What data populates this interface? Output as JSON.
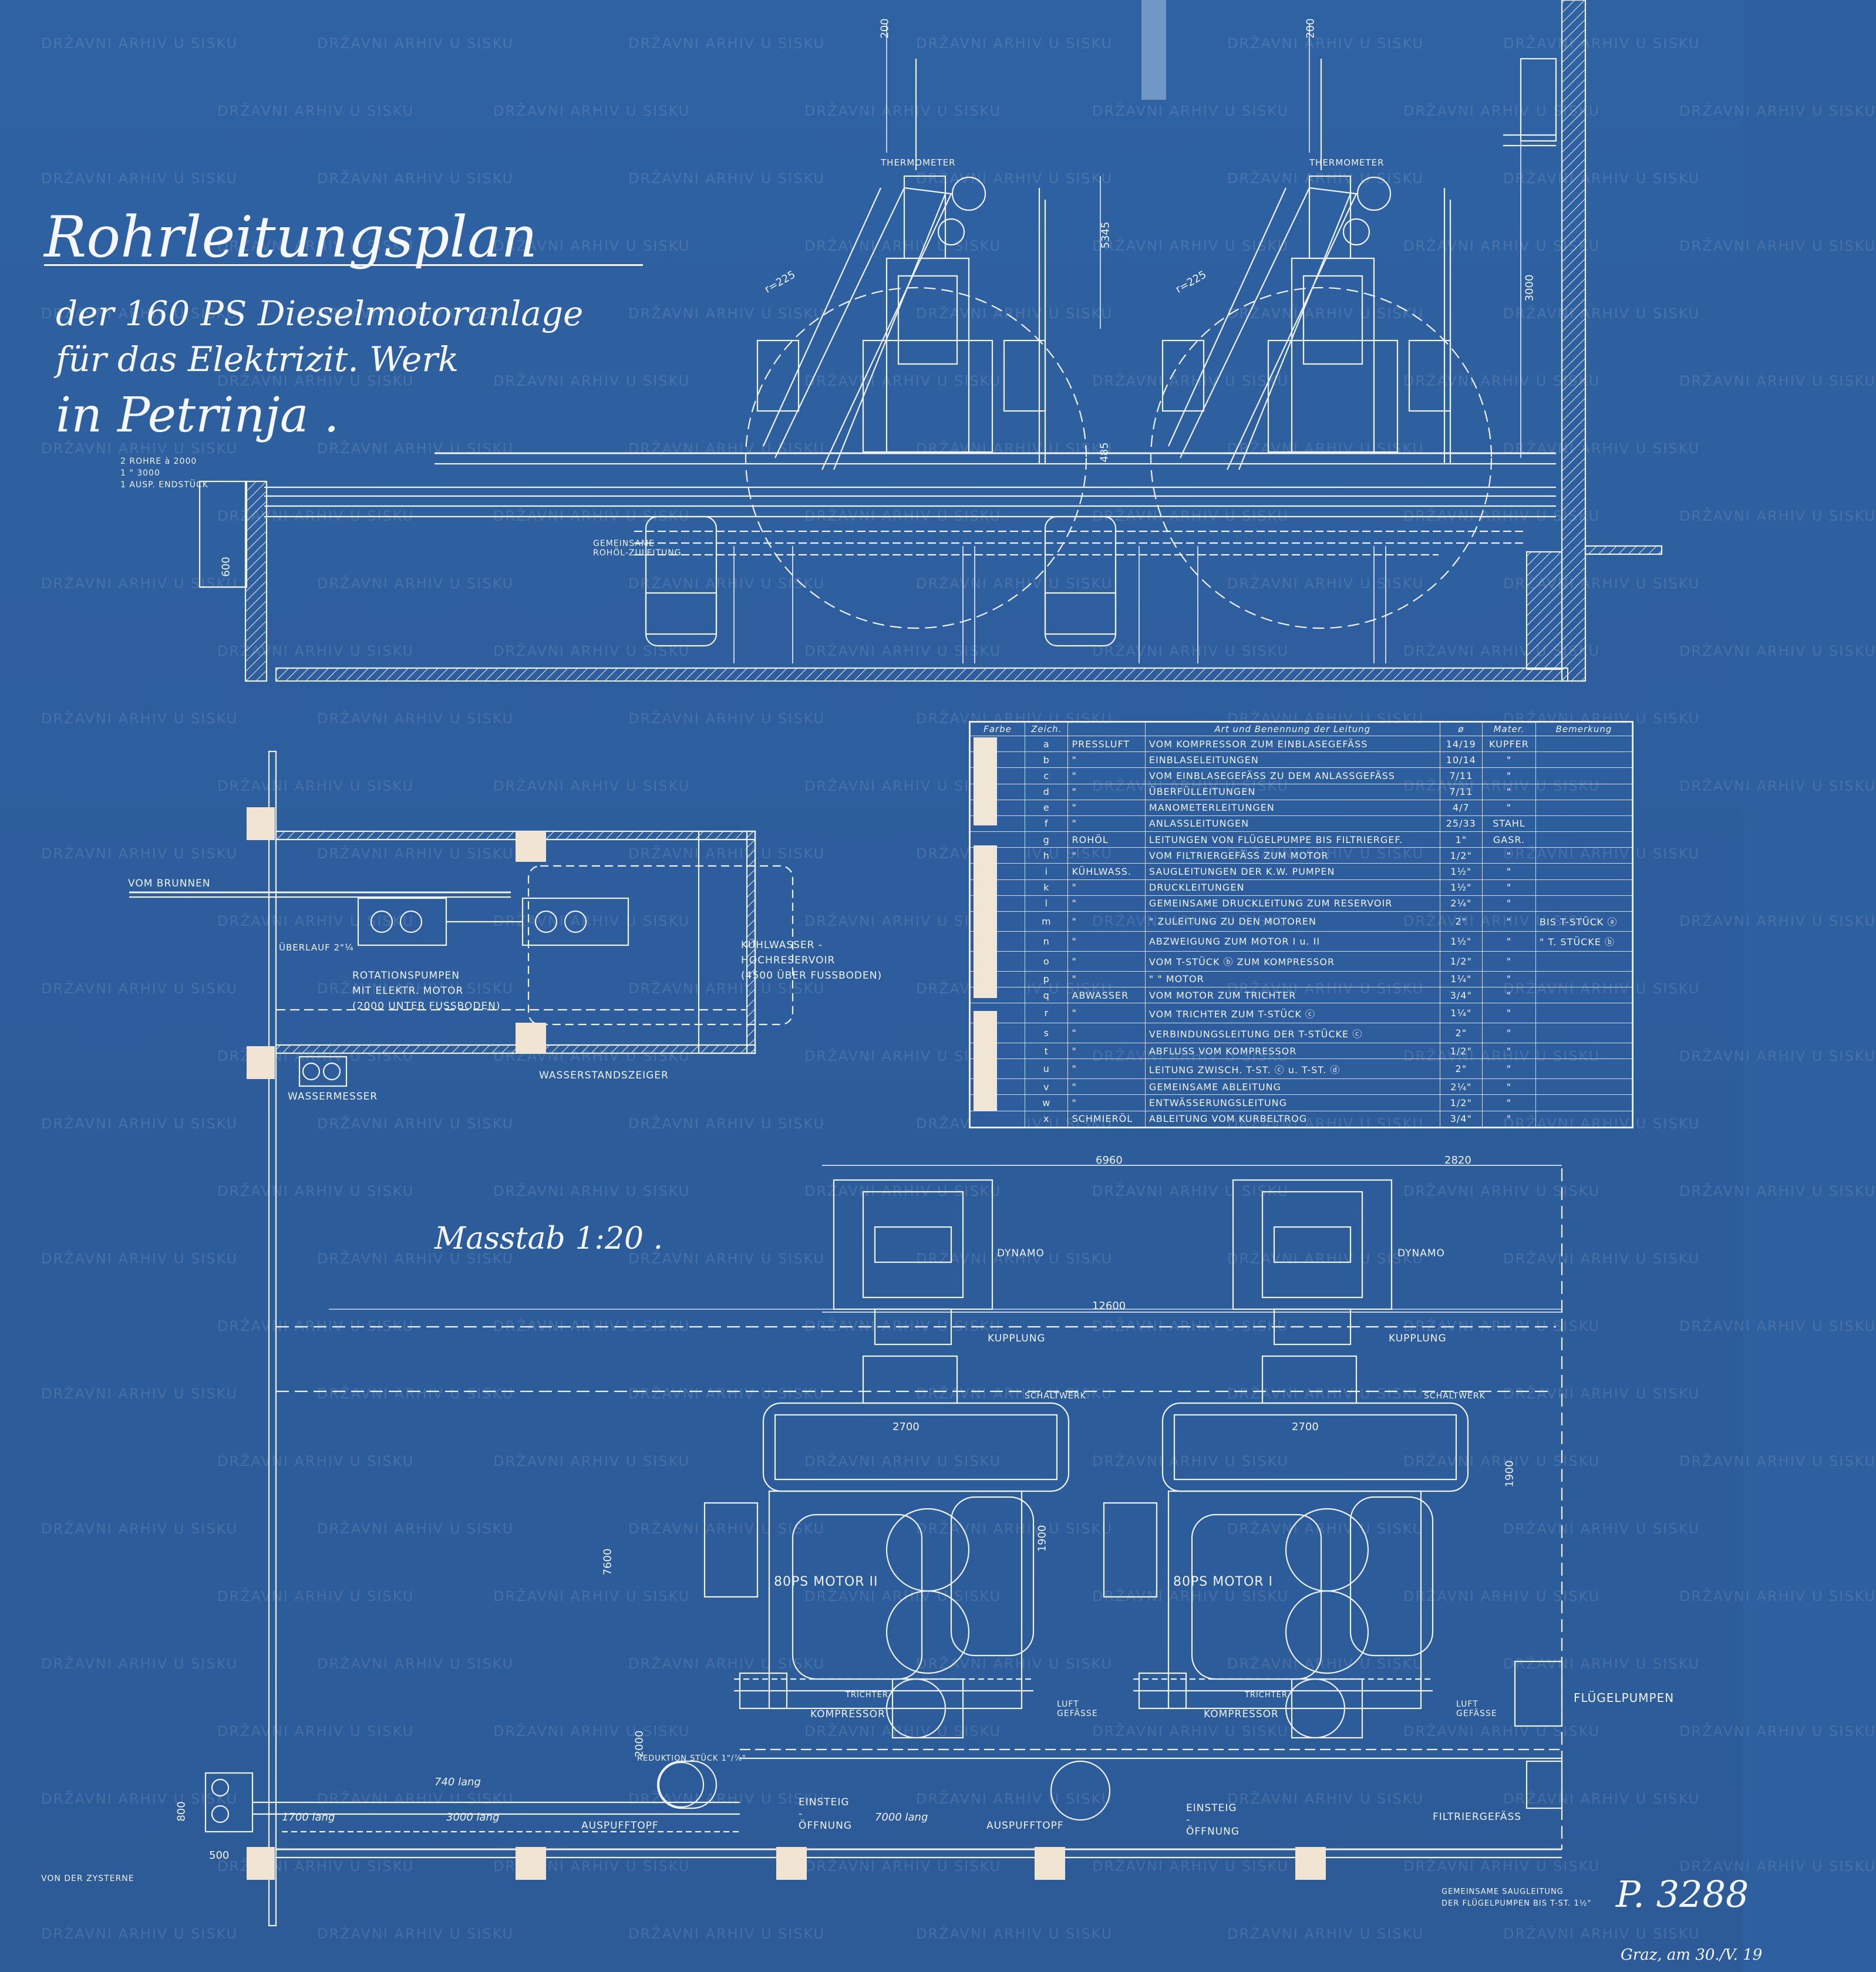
{
  "watermark": "DRŽAVNI ARHIV U SISKU",
  "title": {
    "line1": "Rohrleitungsplan",
    "line2": "der 160 PS Dieselmotoranlage",
    "line3": "für das Elektrizit. Werk",
    "line4": "in Petrinja ."
  },
  "scale": "Masstab 1:20 .",
  "signature": "P. 3288",
  "date_note": "Graz, am 30./V. 19",
  "section_labels": {
    "thermometer_left": "THERMOMETER",
    "thermometer_right": "THERMOMETER",
    "rohre": "2 ROHRE à 2000",
    "rohre2": "1   \"   3000",
    "endstueck": "1 AUSP. ENDSTÜCK",
    "gemeinsame_zuleitung": "GEMEINSAME ROHÖL-ZULEITUNG",
    "vom_brunnen": "VOM BRUNNEN",
    "ueberlauf": "ÜBERLAUF 2\"¼",
    "rotationspumpen": "ROTATIONSPUMPEN",
    "mit_elektr_motor": "MIT ELEKTR. MOTOR",
    "unter_fussboden": "(2000 UNTER FUSSBODEN)",
    "kuehlwasser": "KÜHLWASSER -",
    "hochreservoir": "HOCHRESERVOIR",
    "ueber_fussboden": "(4500 ÜBER FUSSBODEN)",
    "wasserstandszeiger": "WASSERSTANDSZEIGER",
    "wassermesser": "WASSERMESSER",
    "dynamo_left": "DYNAMO",
    "dynamo_right": "DYNAMO",
    "kupplung_left": "KUPPLUNG",
    "kupplung_right": "KUPPLUNG",
    "schaltwerk_left": "SCHALTWERK",
    "schaltwerk_right": "SCHALTWERK",
    "motor_left": "80PS MOTOR II",
    "motor_right": "80PS MOTOR I",
    "kompressor_left": "KOMPRESSOR",
    "kompressor_right": "KOMPRESSOR",
    "trichter_left": "TRICHTER",
    "trichter_right": "TRICHTER",
    "luftgefaesse_left": "LUFT GEFÄSSE",
    "luftgefaesse_right": "LUFT GEFÄSSE",
    "fluegelpumpen": "FLÜGELPUMPEN",
    "filtriergefaess": "FILTRIERGEFÄSS",
    "einsteig_left": "EINSTEIG - ÖFFNUNG",
    "einsteig_right": "EINSTEIG - ÖFFNUNG",
    "auspufftopf_left": "AUSPUFFTOPF",
    "auspufftopf_right": "AUSPUFFTOPF",
    "reduktion": "REDUKTION STÜCK 1\"/⅞\"",
    "von_der_zysterne": "VON DER ZYSTERNE",
    "gemeinsame_saugleitung": "GEMEINSAME SAUGLEITUNG",
    "der_fluegelpumpen": "DER FLÜGELPUMPEN BIS T-ST. 1½\"",
    "lang_740": "740 lang",
    "lang_1700": "1700 lang",
    "lang_3000": "3000 lang",
    "lang_7000": "7000 lang"
  },
  "dimensions": {
    "d6960": "6960",
    "d2820": "2820",
    "d12600": "12600",
    "d7600": "7600",
    "d2700_left": "2700",
    "d2700_right": "2700",
    "d5345": "5345",
    "d485": "485",
    "d3000": "3000",
    "d1900_left": "1900",
    "d1900_right": "1900",
    "d2000": "2000",
    "d800": "800",
    "d500": "500",
    "d200_left": "200",
    "d200_right": "200",
    "d600": "600",
    "r225_left": "r=225",
    "r225_right": "r=225"
  },
  "legend": {
    "headers": [
      "Farbe",
      "Zeich.",
      "",
      "Art und Benennung der Leitung",
      "ø",
      "Mater.",
      "Bemerkung"
    ],
    "rows": [
      {
        "z": "a",
        "art": "PRESSLUFT",
        "desc": "VOM KOMPRESSOR ZUM EINBLASEGEFÄSS",
        "d": "14/19",
        "mat": "KUPFER",
        "bem": ""
      },
      {
        "z": "b",
        "art": "\"",
        "desc": "EINBLASELEITUNGEN",
        "d": "10/14",
        "mat": "\"",
        "bem": ""
      },
      {
        "z": "c",
        "art": "\"",
        "desc": "VOM EINBLASEGEFÄSS ZU DEM ANLASSGEFÄSS",
        "d": "7/11",
        "mat": "\"",
        "bem": ""
      },
      {
        "z": "d",
        "art": "\"",
        "desc": "ÜBERFÜLLEITUNGEN",
        "d": "7/11",
        "mat": "\"",
        "bem": ""
      },
      {
        "z": "e",
        "art": "\"",
        "desc": "MANOMETERLEITUNGEN",
        "d": "4/7",
        "mat": "\"",
        "bem": ""
      },
      {
        "z": "f",
        "art": "\"",
        "desc": "ANLASSLEITUNGEN",
        "d": "25/33",
        "mat": "STAHL",
        "bem": ""
      },
      {
        "z": "g",
        "art": "ROHÖL",
        "desc": "LEITUNGEN VON FLÜGELPUMPE BIS FILTRIERGEF.",
        "d": "1\"",
        "mat": "GASR.",
        "bem": ""
      },
      {
        "z": "h",
        "art": "\"",
        "desc": "VOM FILTRIERGEFÄSS ZUM MOTOR",
        "d": "1/2\"",
        "mat": "\"",
        "bem": ""
      },
      {
        "z": "i",
        "art": "KÜHLWASS.",
        "desc": "SAUGLEITUNGEN DER K.W. PUMPEN",
        "d": "1½\"",
        "mat": "\"",
        "bem": ""
      },
      {
        "z": "k",
        "art": "\"",
        "desc": "DRUCKLEITUNGEN",
        "d": "1½\"",
        "mat": "\"",
        "bem": ""
      },
      {
        "z": "l",
        "art": "\"",
        "desc": "GEMEINSAME DRUCKLEITUNG ZUM RESERVOIR",
        "d": "2¼\"",
        "mat": "\"",
        "bem": ""
      },
      {
        "z": "m",
        "art": "\"",
        "desc": "\"  ZULEITUNG ZU DEN MOTOREN",
        "d": "2\"",
        "mat": "\"",
        "bem": "BIS T-STÜCK ⓐ"
      },
      {
        "z": "n",
        "art": "\"",
        "desc": "ABZWEIGUNG ZUM MOTOR I u. II",
        "d": "1½\"",
        "mat": "\"",
        "bem": "\"  T. STÜCKE ⓑ"
      },
      {
        "z": "o",
        "art": "\"",
        "desc": "VOM T-STÜCK ⓑ ZUM KOMPRESSOR",
        "d": "1/2\"",
        "mat": "\"",
        "bem": ""
      },
      {
        "z": "p",
        "art": "\"",
        "desc": "\"  \"  MOTOR",
        "d": "1¼\"",
        "mat": "\"",
        "bem": ""
      },
      {
        "z": "q",
        "art": "ABWASSER",
        "desc": "VOM MOTOR ZUM TRICHTER",
        "d": "3/4\"",
        "mat": "\"",
        "bem": ""
      },
      {
        "z": "r",
        "art": "\"",
        "desc": "VOM TRICHTER ZUM T-STÜCK ⓒ",
        "d": "1¼\"",
        "mat": "\"",
        "bem": ""
      },
      {
        "z": "s",
        "art": "\"",
        "desc": "VERBINDUNGSLEITUNG DER T-STÜCKE ⓒ",
        "d": "2\"",
        "mat": "\"",
        "bem": ""
      },
      {
        "z": "t",
        "art": "\"",
        "desc": "ABFLUSS VOM KOMPRESSOR",
        "d": "1/2\"",
        "mat": "\"",
        "bem": ""
      },
      {
        "z": "u",
        "art": "\"",
        "desc": "LEITUNG ZWISCH. T-ST. ⓒ u. T-ST. ⓓ",
        "d": "2\"",
        "mat": "\"",
        "bem": ""
      },
      {
        "z": "v",
        "art": "\"",
        "desc": "GEMEINSAME ABLEITUNG",
        "d": "2¼\"",
        "mat": "\"",
        "bem": ""
      },
      {
        "z": "w",
        "art": "\"",
        "desc": "ENTWÄSSERUNGSLEITUNG",
        "d": "1/2\"",
        "mat": "\"",
        "bem": ""
      },
      {
        "z": "x",
        "art": "SCHMIERÖL",
        "desc": "ABLEITUNG VOM KURBELTROG",
        "d": "3/4\"",
        "mat": "\"",
        "bem": ""
      }
    ]
  },
  "colors": {
    "paper_blue": "#2e5f9e",
    "line_white": "#eef3fb",
    "tape_cream": "#f1e4d3"
  }
}
